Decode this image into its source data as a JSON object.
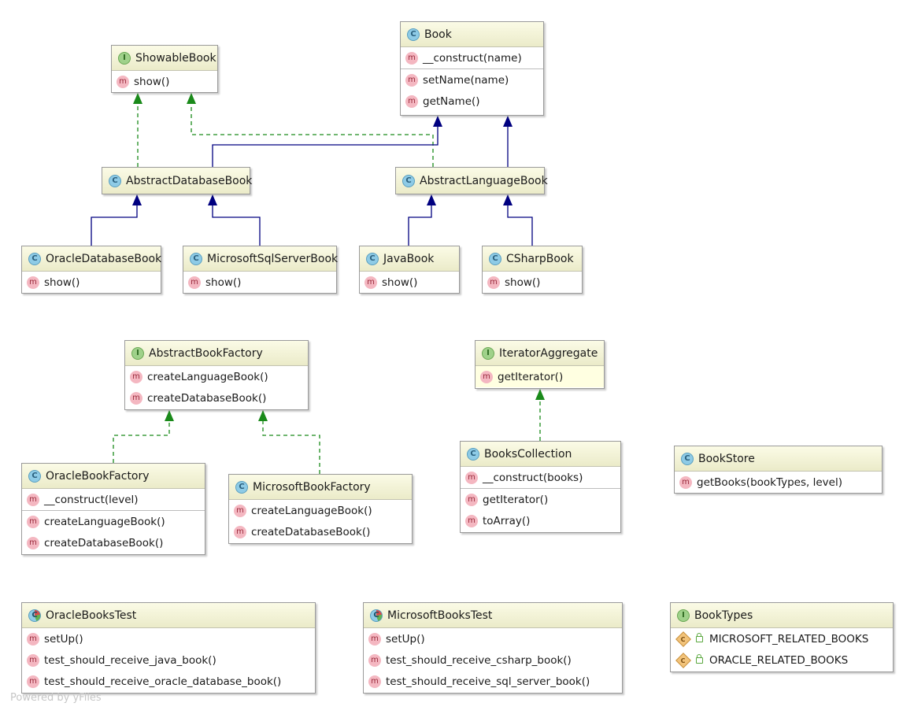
{
  "classes": {
    "showable_book": {
      "name": "ShowableBook",
      "kind": "I",
      "methods": [
        "show()"
      ]
    },
    "book": {
      "name": "Book",
      "kind": "C",
      "methods": [
        "__construct(name)",
        "setName(name)",
        "getName()"
      ]
    },
    "abstract_database_book": {
      "name": "AbstractDatabaseBook",
      "kind": "C"
    },
    "abstract_language_book": {
      "name": "AbstractLanguageBook",
      "kind": "C"
    },
    "oracle_database_book": {
      "name": "OracleDatabaseBook",
      "kind": "C",
      "methods": [
        "show()"
      ]
    },
    "microsoft_sql_server_book": {
      "name": "MicrosoftSqlServerBook",
      "kind": "C",
      "methods": [
        "show()"
      ]
    },
    "java_book": {
      "name": "JavaBook",
      "kind": "C",
      "methods": [
        "show()"
      ]
    },
    "csharp_book": {
      "name": "CSharpBook",
      "kind": "C",
      "methods": [
        "show()"
      ]
    },
    "abstract_book_factory": {
      "name": "AbstractBookFactory",
      "kind": "I",
      "methods": [
        "createLanguageBook()",
        "createDatabaseBook()"
      ]
    },
    "iterator_aggregate": {
      "name": "IteratorAggregate",
      "kind": "I",
      "methods": [
        "getIterator()"
      ]
    },
    "oracle_book_factory": {
      "name": "OracleBookFactory",
      "kind": "C",
      "methods": [
        "__construct(level)",
        "createLanguageBook()",
        "createDatabaseBook()"
      ]
    },
    "microsoft_book_factory": {
      "name": "MicrosoftBookFactory",
      "kind": "C",
      "methods": [
        "createLanguageBook()",
        "createDatabaseBook()"
      ]
    },
    "books_collection": {
      "name": "BooksCollection",
      "kind": "C",
      "methods": [
        "__construct(books)",
        "getIterator()",
        "toArray()"
      ]
    },
    "book_store": {
      "name": "BookStore",
      "kind": "C",
      "methods": [
        "getBooks(bookTypes, level)"
      ]
    },
    "oracle_books_test": {
      "name": "OracleBooksTest",
      "kind": "C",
      "methods": [
        "setUp()",
        "test_should_receive_java_book()",
        "test_should_receive_oracle_database_book()"
      ]
    },
    "microsoft_books_test": {
      "name": "MicrosoftBooksTest",
      "kind": "C",
      "methods": [
        "setUp()",
        "test_should_receive_csharp_book()",
        "test_should_receive_sql_server_book()"
      ]
    },
    "book_types": {
      "name": "BookTypes",
      "kind": "I",
      "fields": [
        "MICROSOFT_RELATED_BOOKS",
        "ORACLE_RELATED_BOOKS"
      ]
    }
  },
  "badges": {
    "class": "C",
    "interface": "I",
    "method": "m",
    "field": "C"
  },
  "relations": {
    "implements_color": "#1a8a1a",
    "extends_color": "#000080",
    "list": [
      {
        "from": "AbstractDatabaseBook",
        "to": "ShowableBook",
        "type": "implements"
      },
      {
        "from": "AbstractLanguageBook",
        "to": "ShowableBook",
        "type": "implements"
      },
      {
        "from": "AbstractDatabaseBook",
        "to": "Book",
        "type": "extends"
      },
      {
        "from": "AbstractLanguageBook",
        "to": "Book",
        "type": "extends"
      },
      {
        "from": "OracleDatabaseBook",
        "to": "AbstractDatabaseBook",
        "type": "extends"
      },
      {
        "from": "MicrosoftSqlServerBook",
        "to": "AbstractDatabaseBook",
        "type": "extends"
      },
      {
        "from": "JavaBook",
        "to": "AbstractLanguageBook",
        "type": "extends"
      },
      {
        "from": "CSharpBook",
        "to": "AbstractLanguageBook",
        "type": "extends"
      },
      {
        "from": "OracleBookFactory",
        "to": "AbstractBookFactory",
        "type": "implements"
      },
      {
        "from": "MicrosoftBookFactory",
        "to": "AbstractBookFactory",
        "type": "implements"
      },
      {
        "from": "BooksCollection",
        "to": "IteratorAggregate",
        "type": "implements"
      }
    ]
  },
  "watermark": "Powered by yFiles"
}
